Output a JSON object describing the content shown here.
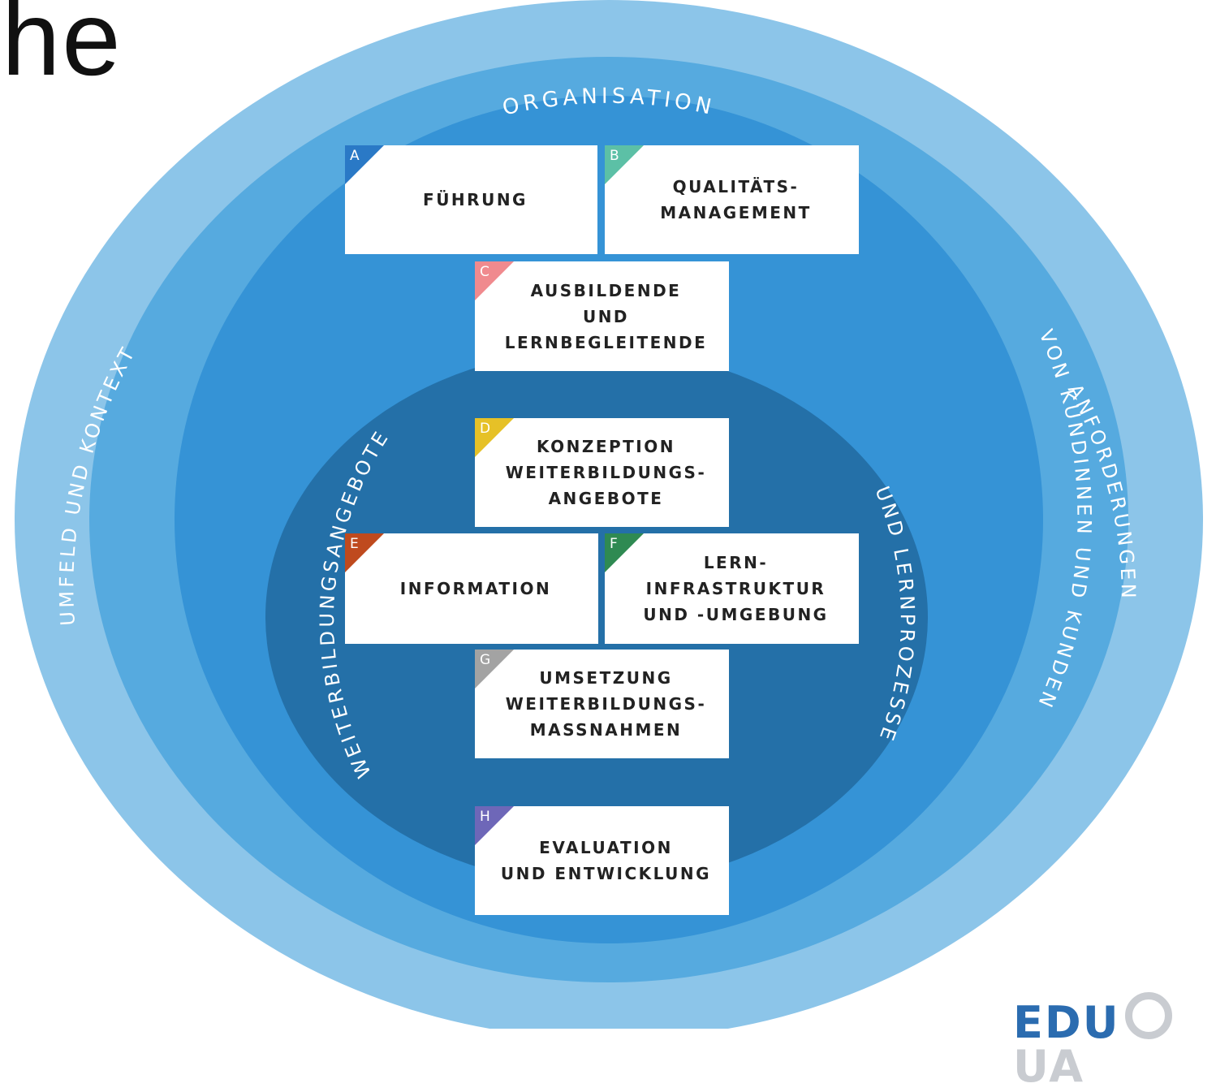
{
  "header_fragment": "he",
  "colors": {
    "ring_outer": "#8cc5e9",
    "ring_second": "#56aadf",
    "ring_third": "#3593d6",
    "ring_inner": "#2470a8",
    "letter_A": "#2a79c6",
    "letter_B": "#5cc0a6",
    "letter_C": "#f08a8e",
    "letter_D": "#e6c127",
    "letter_E": "#bf4a1e",
    "letter_F": "#2f8a52",
    "letter_G": "#a3a3a3",
    "letter_H": "#6e67b8"
  },
  "rings": {
    "organisation": "ORGANISATION",
    "umfeld": "UMFELD UND KONTEXT",
    "anforderungen_line1": "ANFORDERUNGEN",
    "anforderungen_line2": "VON KUNDINNEN UND KUNDEN",
    "weiterbildungsangebote": "WEITERBILDUNGSANGEBOTE",
    "lernprozesse": "UND LERNPROZESSE"
  },
  "boxes": [
    {
      "letter": "A",
      "label": "FÜHRUNG"
    },
    {
      "letter": "B",
      "label": "QUALITÄTS-\nMANAGEMENT"
    },
    {
      "letter": "C",
      "label": "AUSBILDENDE\nUND\nLERNBEGLEITENDE"
    },
    {
      "letter": "D",
      "label": "KONZEPTION\nWEITERBILDUNGS-\nANGEBOTE"
    },
    {
      "letter": "E",
      "label": "INFORMATION"
    },
    {
      "letter": "F",
      "label": "LERN-\nINFRASTRUKTUR\nUND -UMGEBUNG"
    },
    {
      "letter": "G",
      "label": "UMSETZUNG\nWEITERBILDUNGS-\nMASSNAHMEN"
    },
    {
      "letter": "H",
      "label": "EVALUATION\nUND ENTWICKLUNG"
    }
  ],
  "logo": {
    "part1": "EDU",
    "part2": "UA"
  }
}
